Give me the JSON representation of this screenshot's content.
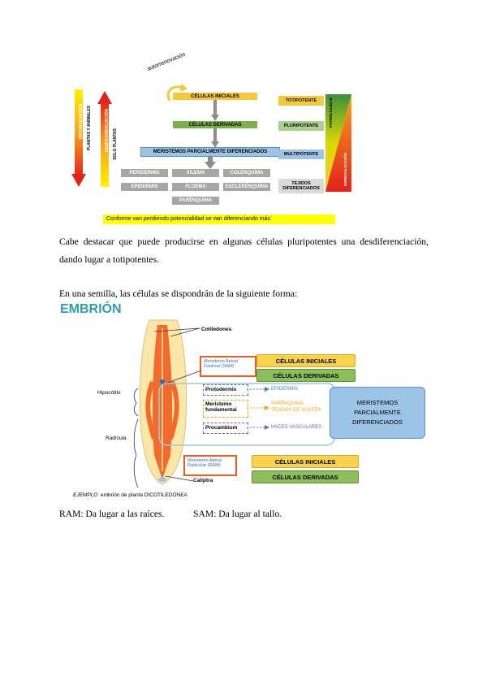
{
  "diagram1": {
    "autorenovacion": "autorrenovación",
    "celulas_iniciales": "CÉLULAS INICIALES",
    "celulas_derivadas": "CÉLULAS DERIVADAS",
    "meristemos": "MERISTEMOS PARCIALMENTE DIFERENCIADOS",
    "tissues": [
      "PERIDERMIS",
      "XILEMA",
      "COLÉNQUIMA",
      "EPIDERMIS",
      "FLOEMA",
      "ESCLERÉNQUIMA",
      "PARÉNQUIMA"
    ],
    "totipotente": "TOTIPOTENTE",
    "pluripotente": "PLURIPOTENTE",
    "multipotente": "MULTIPOTENTE",
    "tejidos_diferenciados": "TEJIDOS DIFERENCIADOS",
    "left_arrow_lines": [
      "DIFERENCIACIÓN",
      "PLANTAS Y ANIMALES"
    ],
    "right_arrow_lines": [
      "DESDIFERENCIACIÓN",
      "SOLO PLANTAS"
    ],
    "potencialidad": "POTENCIALIDAD",
    "especializacion": "ESPECIALIZACIÓN",
    "banner": "Conforme van perdiendo potencialidad se van diferenciando más",
    "colors": {
      "yellow": "#f6c83c",
      "green": "#7ab04a",
      "blue": "#9dc3e6",
      "grey": "#a6a6a6",
      "banner": "#ffff00"
    }
  },
  "para1": "Cabe destacar que puede producirse en algunas células pluripotentes una desdiferenciación, dando lugar a totipotentes.",
  "para2": "En una semilla, las células se dispondrán de la siguiente forma:",
  "diagram2": {
    "title": "EMBRIÓN",
    "cotiledones": "Cotiledones",
    "sam_lines": [
      "Meristemo Apical",
      "Caulinar (SAM)"
    ],
    "ram_lines": [
      "Meristemo Apical",
      "Radicular (RAM)"
    ],
    "hipocotilo": "Hipocótilo",
    "radicula": "Radícula",
    "caliptra": "Caliptra",
    "protodermis": "Protodermis",
    "meristemo_fundamental_lines": [
      "Meristemo",
      "fundamental"
    ],
    "procambium": "Procambium",
    "epidermis": "EPIDERMIS",
    "parenquima_lines": [
      "PARÉNQUIMA",
      "TEJIDOS DE SOSTÉN"
    ],
    "haces": "HACES VASCULARES",
    "celulas_iniciales": "CÉLULAS INICIALES",
    "celulas_derivadas": "CÉLULAS DERIVADAS",
    "meristemos_lines": [
      "MERISTEMOS",
      "PARCIALMENTE",
      "DIFERENCIADOS"
    ],
    "ejemplo_prefix": "EJEMPLO:",
    "ejemplo_text": " embrión de planta DICOTILEDÓNEA",
    "colors": {
      "title": "#2e9ab5",
      "orange": "#f15a24",
      "yellow": "#f9d24e",
      "green": "#8cbf5a",
      "blue": "#9dc3e6"
    }
  },
  "footer": {
    "ram": "RAM: Da lugar a las raíces.",
    "sam": "SAM: Da lugar al tallo."
  }
}
